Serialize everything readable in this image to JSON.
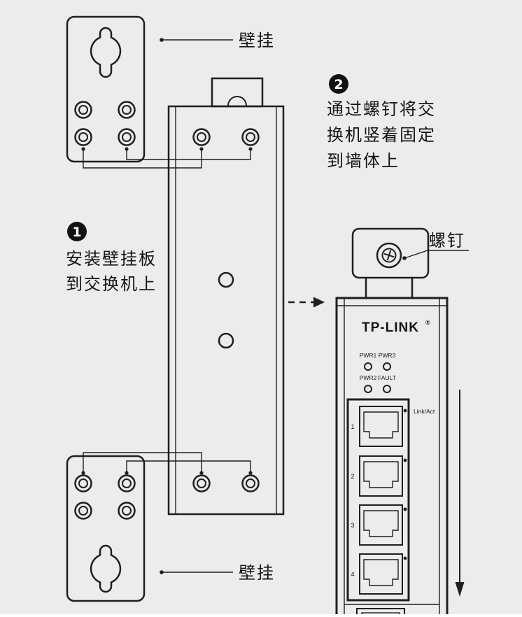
{
  "page": {
    "background_color": "#ececec",
    "line_color": "#1f1f1f"
  },
  "step1": {
    "number": "1",
    "lines": [
      "安装壁挂板",
      "到交换机上"
    ]
  },
  "step2": {
    "number": "2",
    "lines": [
      "通过螺钉将交",
      "换机竖着固定",
      "到墙体上"
    ]
  },
  "callouts": {
    "wall_plate_top": "壁挂",
    "wall_plate_bottom": "壁挂",
    "screw": "螺钉"
  },
  "switch_front": {
    "brand": "TP-LINK",
    "reg_mark": "®",
    "led_labels_row1": [
      "PWR1",
      "PWR3"
    ],
    "led_labels_row2": [
      "PWR2",
      "FAULT"
    ],
    "port_activity_label": "Link/Act",
    "port_numbers": [
      "1",
      "2",
      "3",
      "4"
    ]
  }
}
